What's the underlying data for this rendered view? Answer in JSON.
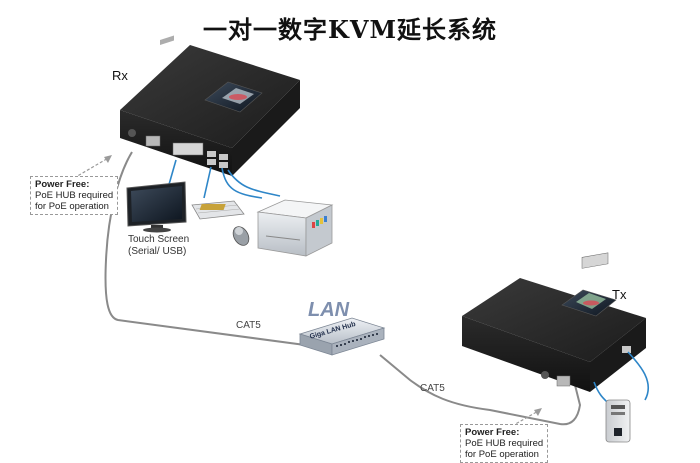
{
  "title": "一对一数字KVM延长系统",
  "devices": {
    "rx_label": "Rx",
    "tx_label": "Tx",
    "touch_screen_line1": "Touch Screen",
    "touch_screen_line2": "(Serial/ USB)",
    "lan_label": "LAN",
    "hub_label": "Giga LAN Hub"
  },
  "notes": {
    "rx_power_title": "Power Free:",
    "rx_power_line1": "PoE HUB required",
    "rx_power_line2": "for PoE operation",
    "tx_power_title": "Power Free:",
    "tx_power_line1": "PoE HUB required",
    "tx_power_line2": "for PoE operation"
  },
  "cables": {
    "rx_cable": "CAT5",
    "tx_cable": "CAT5"
  },
  "colors": {
    "device_body": "#2a2a2a",
    "cable_gray": "#8a8a8a",
    "cable_blue": "#2e86c8",
    "hub": "#d9dde3"
  }
}
